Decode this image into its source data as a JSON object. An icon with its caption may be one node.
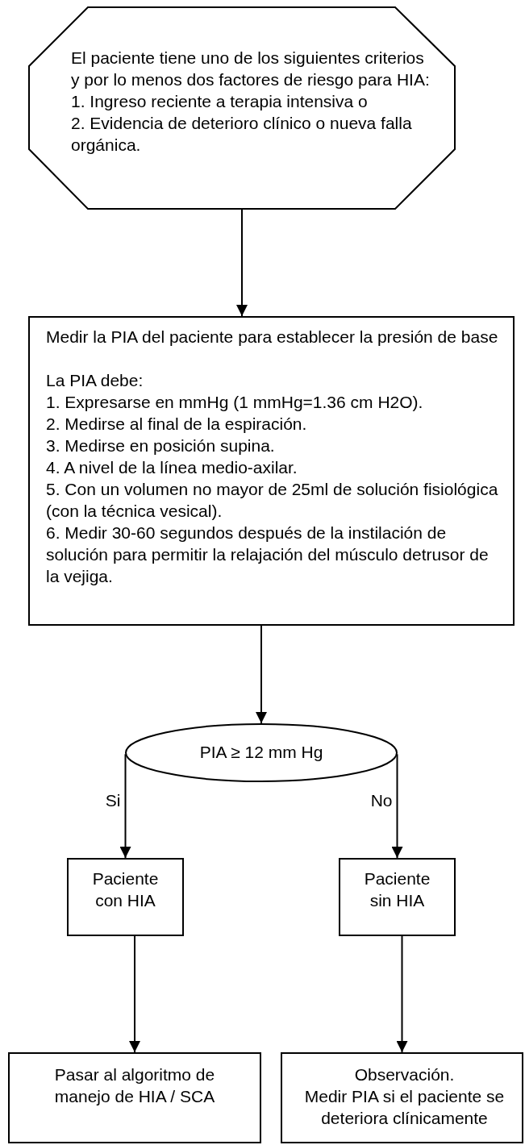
{
  "diagram": {
    "nodes": [
      {
        "text": [
          "El paciente tiene uno de los siguientes criterios y por lo menos dos factores de riesgo para HIA:",
          "1. Ingreso reciente a terapia intensiva o",
          "2. Evidencia de deterioro clínico o nueva falla orgánica."
        ]
      },
      {
        "text": [
          "Medir la PIA del paciente para establecer la presión de base",
          "La PIA debe:",
          "1. Expresarse en mmHg (1 mmHg=1.36 cm H2O).",
          "2. Medirse al final de la espiración.",
          "3. Medirse en posición supina.",
          "4. A nivel de la línea medio-axilar.",
          "5. Con un volumen no mayor de 25ml  de solución fisiológica (con la técnica vesical).",
          "6. Medir 30-60 segundos después de la instilación de solución para permitir la relajación del músculo detrusor de la vejiga."
        ]
      },
      {
        "text": [
          "PIA ≥ 12 mm Hg"
        ]
      },
      {
        "text": [
          "Paciente con HIA"
        ]
      },
      {
        "text": [
          "Paciente sin HIA"
        ]
      },
      {
        "text": [
          "Pasar al algoritmo de manejo de HIA / SCA"
        ]
      },
      {
        "text": [
          "Observación.",
          "Medir PIA si el paciente se deteriora clínicamente"
        ]
      }
    ],
    "edges": [
      {
        "from": 0,
        "to": 1,
        "arrow": "to"
      },
      {
        "from": 1,
        "to": 2,
        "arrow": "to"
      },
      {
        "from": 2,
        "to": 3,
        "arrow": "to",
        "label": "Si"
      },
      {
        "from": 2,
        "to": 4,
        "arrow": "to",
        "label": "No"
      },
      {
        "from": 3,
        "to": 5,
        "arrow": "to"
      },
      {
        "from": 4,
        "to": 6,
        "arrow": "to"
      }
    ]
  }
}
